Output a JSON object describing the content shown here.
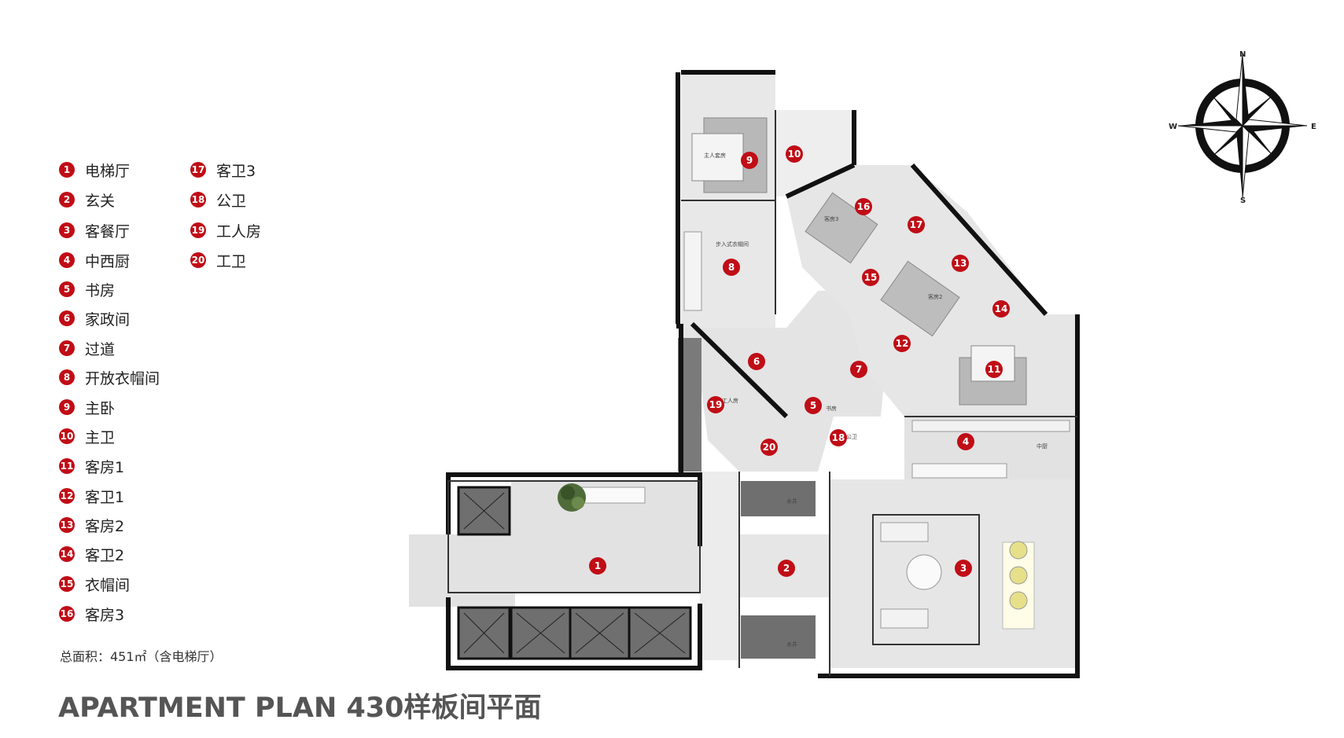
{
  "title": "APARTMENT PLAN 430样板间平面",
  "area_note": "总面积：451㎡（含电梯厅）",
  "legend": [
    {
      "num": "1",
      "label": "电梯厅"
    },
    {
      "num": "2",
      "label": "玄关"
    },
    {
      "num": "3",
      "label": "客餐厅"
    },
    {
      "num": "4",
      "label": "中西厨"
    },
    {
      "num": "5",
      "label": "书房"
    },
    {
      "num": "6",
      "label": "家政间"
    },
    {
      "num": "7",
      "label": "过道"
    },
    {
      "num": "8",
      "label": "开放衣帽间"
    },
    {
      "num": "9",
      "label": "主卧"
    },
    {
      "num": "10",
      "label": "主卫"
    },
    {
      "num": "11",
      "label": "客房1"
    },
    {
      "num": "12",
      "label": "客卫1"
    },
    {
      "num": "13",
      "label": "客房2"
    },
    {
      "num": "14",
      "label": "客卫2"
    },
    {
      "num": "15",
      "label": "衣帽间"
    },
    {
      "num": "16",
      "label": "客房3"
    },
    {
      "num": "17",
      "label": "客卫3"
    },
    {
      "num": "18",
      "label": "公卫"
    },
    {
      "num": "19",
      "label": "工人房"
    },
    {
      "num": "20",
      "label": "工卫"
    }
  ],
  "compass": {
    "n": "N",
    "s": "S",
    "e": "E",
    "w": "W"
  },
  "plan_labels": {
    "master_bed": "主人套房",
    "walkin": "步入式衣帽间",
    "guest3": "客房3",
    "guest2": "客房2",
    "water1": "水井",
    "water2": "水井",
    "kitchen": "中厨",
    "study": "书房",
    "maid": "工人房",
    "wc": "公卫"
  },
  "colors": {
    "marker": "#c00d16",
    "wall": "#111111",
    "floor": "#e6e6e6",
    "dark_room": "#6f6f6f",
    "accent_gold": "#e7e08a"
  }
}
